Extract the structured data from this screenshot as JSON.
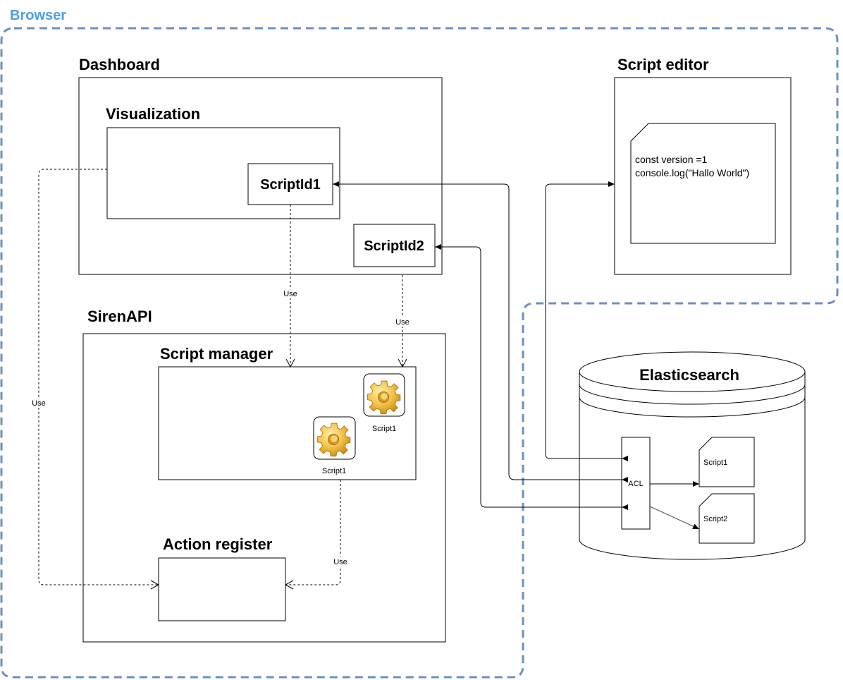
{
  "labels": {
    "browser": "Browser",
    "dashboard": "Dashboard",
    "visualization": "Visualization",
    "script_id_1": "ScriptId1",
    "script_id_2": "ScriptId2",
    "script_editor": "Script editor",
    "code_line_1": "const version =1",
    "code_line_2": "console.log(\"Hallo World\")",
    "siren_api": "SirenAPI",
    "script_manager": "Script manager",
    "action_register": "Action register",
    "elasticsearch": "Elasticsearch",
    "acl": "ACL",
    "es_script_1": "Script1",
    "es_script_2": "Script2",
    "gear_script_a": "Script1",
    "gear_script_b": "Script1",
    "use_1": "Use",
    "use_2": "Use",
    "use_3": "Use",
    "use_4": "Use"
  },
  "colors": {
    "browser_boundary": "#6b8fc4",
    "browser_label": "#4a9fe6",
    "gear": "#f3c14a"
  },
  "icons": {
    "gear": "gear-icon"
  }
}
